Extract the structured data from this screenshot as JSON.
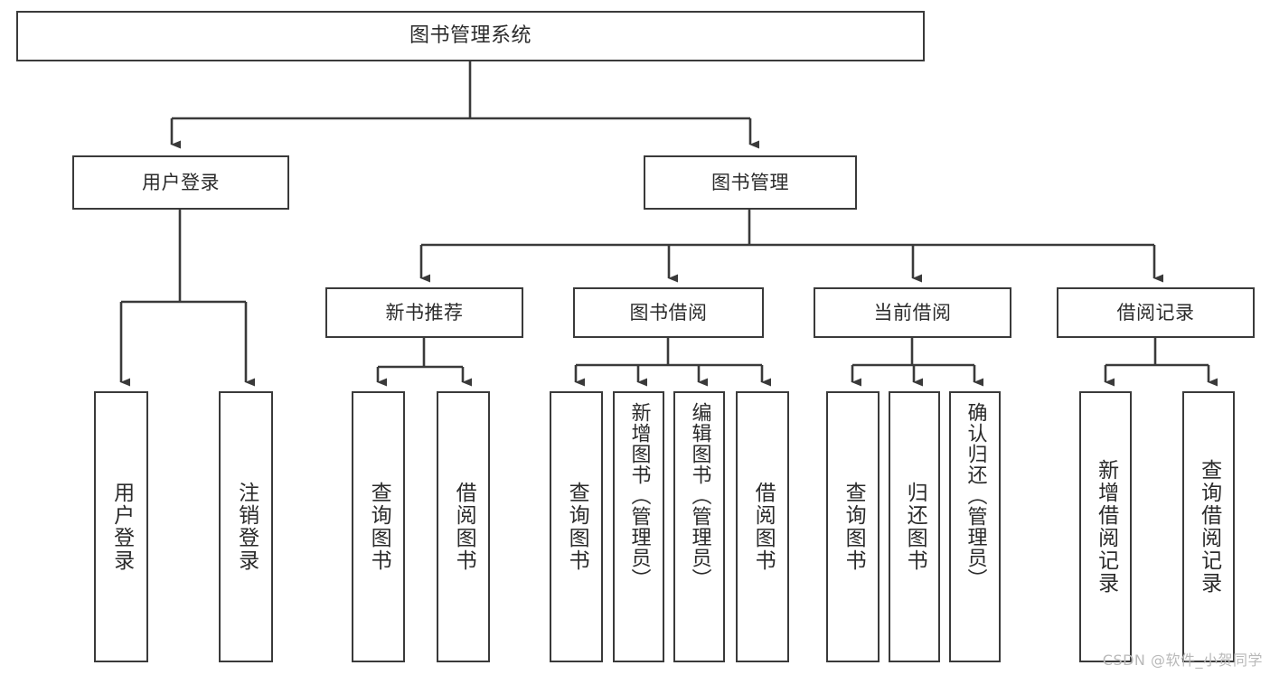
{
  "diagram": {
    "title": "图书管理系统",
    "type": "tree",
    "watermark": "CSDN @软件_小贺同学",
    "colors": {
      "stroke": "#3a3a3a",
      "fill": "#ffffff",
      "text": "#2b2b2b",
      "watermark": "#b9b9b9"
    },
    "nodes": {
      "root": {
        "label": "图书管理系统"
      },
      "level2": [
        {
          "id": "user-login",
          "label": "用户登录"
        },
        {
          "id": "book-manage",
          "label": "图书管理"
        }
      ],
      "level3": [
        {
          "id": "new-book-recommend",
          "label": "新书推荐"
        },
        {
          "id": "book-borrow",
          "label": "图书借阅"
        },
        {
          "id": "current-borrow",
          "label": "当前借阅"
        },
        {
          "id": "borrow-record",
          "label": "借阅记录"
        }
      ],
      "leaves": [
        {
          "id": "leaf-user-login",
          "label": "用户登录",
          "parent": "user-login"
        },
        {
          "id": "leaf-logout",
          "label": "注销登录",
          "parent": "user-login"
        },
        {
          "id": "leaf-query-book-1",
          "label": "查询图书",
          "parent": "new-book-recommend"
        },
        {
          "id": "leaf-borrow-book-1",
          "label": "借阅图书",
          "parent": "new-book-recommend"
        },
        {
          "id": "leaf-query-book-2",
          "label": "查询图书",
          "parent": "book-borrow"
        },
        {
          "id": "leaf-add-book",
          "label": "新增图书（管理员）",
          "parent": "book-borrow"
        },
        {
          "id": "leaf-edit-book",
          "label": "编辑图书（管理员）",
          "parent": "book-borrow"
        },
        {
          "id": "leaf-borrow-book-2",
          "label": "借阅图书",
          "parent": "book-borrow"
        },
        {
          "id": "leaf-query-book-3",
          "label": "查询图书",
          "parent": "current-borrow"
        },
        {
          "id": "leaf-return-book",
          "label": "归还图书",
          "parent": "current-borrow"
        },
        {
          "id": "leaf-confirm-return",
          "label": "确认归还（管理员）",
          "parent": "current-borrow"
        },
        {
          "id": "leaf-add-record",
          "label": "新增借阅记录",
          "parent": "borrow-record"
        },
        {
          "id": "leaf-query-record",
          "label": "查询借阅记录",
          "parent": "borrow-record"
        }
      ]
    }
  }
}
